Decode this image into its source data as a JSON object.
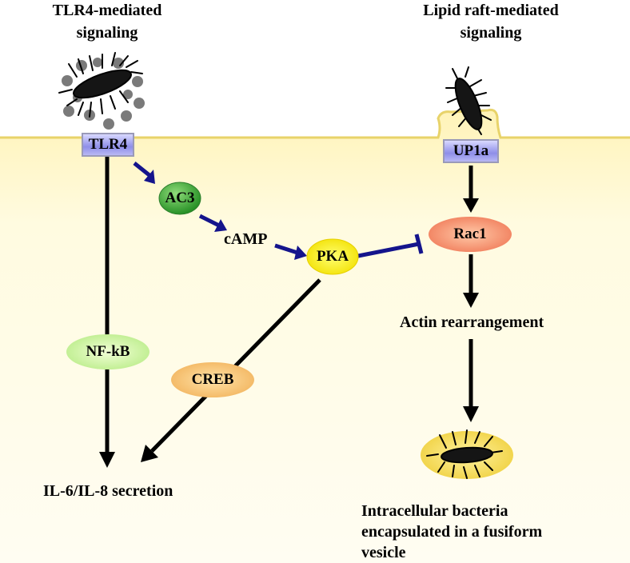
{
  "headings": {
    "left": [
      "TLR4-mediated",
      "signaling"
    ],
    "right": [
      "Lipid raft-mediated",
      "signaling"
    ]
  },
  "receptors": {
    "tlr4": "TLR4",
    "up1a": "UP1a"
  },
  "nodes": {
    "ac3": "AC3",
    "camp": "cAMP",
    "pka": "PKA",
    "rac1": "Rac1",
    "nfkb": "NF-kB",
    "creb": "CREB",
    "actin": "Actin rearrangement"
  },
  "outputs": {
    "secretion": "IL-6/IL-8 secretion",
    "vesicle": [
      "Intracellular bacteria",
      "encapsulated in a fusiform",
      "vesicle"
    ]
  },
  "colors": {
    "membrane_fill": "#fffbe0",
    "membrane_line": "#ecd977",
    "arrow_blue": "#14148c",
    "arrow_black": "#000000"
  }
}
